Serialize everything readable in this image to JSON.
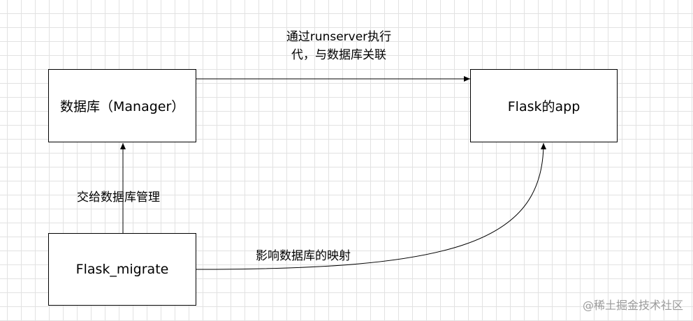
{
  "diagram": {
    "nodes": {
      "database": {
        "label": "数据库（Manager）"
      },
      "flask_app": {
        "label": "Flask的app"
      },
      "flask_migrate": {
        "label": "Flask_migrate"
      }
    },
    "edges": {
      "database_to_app": {
        "label_line1": "通过runserver执行",
        "label_line2": "代，与数据库关联"
      },
      "migrate_to_database": {
        "label": "交给数据库管理"
      },
      "migrate_to_app": {
        "label": "影响数据库的映射"
      }
    }
  },
  "watermark": "@稀土掘金技术社区",
  "colors": {
    "line": "#000000",
    "grid": "#e2e2e2",
    "watermark": "#9b9b9b"
  }
}
